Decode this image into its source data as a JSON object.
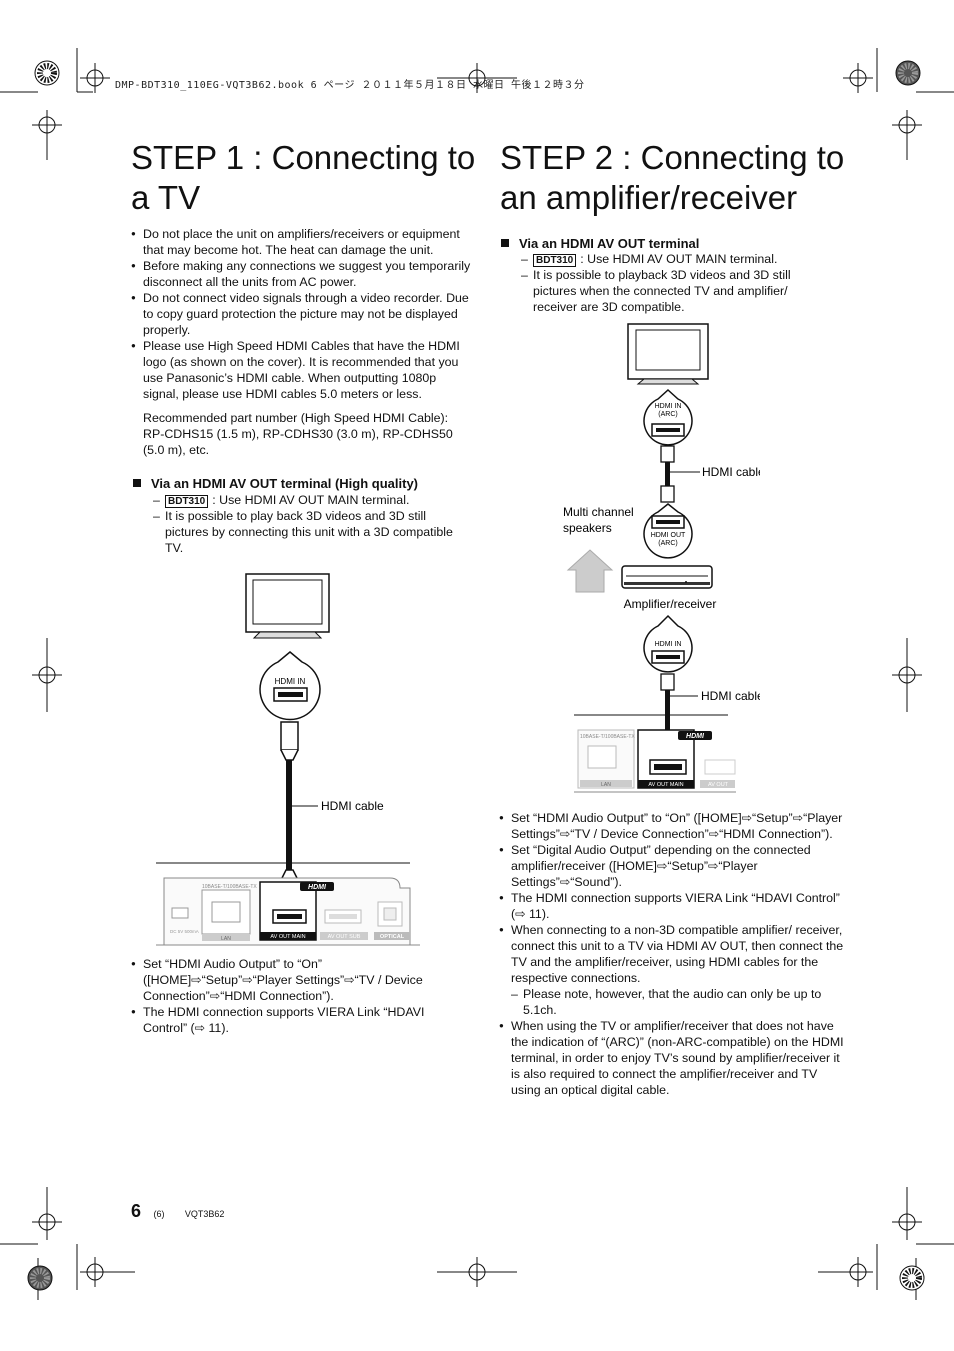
{
  "header": {
    "file_line": "DMP-BDT310_110EG-VQT3B62.book  6 ページ  ２０１１年５月１８日  水曜日  午後１２時３分"
  },
  "step1": {
    "title_line1": "STEP 1 : Connecting to",
    "title_line2": "a TV",
    "bullets": [
      "Do not place the unit on amplifiers/receivers or equipment that may become hot. The heat can damage the unit.",
      "Before making any connections we suggest you temporarily disconnect all the units from AC power.",
      "Do not connect video signals through a video recorder. Due to copy guard protection the picture may not be displayed properly.",
      "Please use High Speed HDMI Cables that have the HDMI logo (as shown on the cover). It is recommended that you use Panasonic’s HDMI cable. When outputting 1080p signal, please use HDMI cables 5.0 meters or less."
    ],
    "recommend": "Recommended part number (High Speed HDMI Cable): RP-CDHS15 (1.5 m), RP-CDHS30 (3.0 m), RP-CDHS50 (5.0 m), etc.",
    "sub_heading": "Via an HDMI AV OUT terminal (High quality)",
    "dash1_tag": "BDT310",
    "dash1_text": ": Use HDMI AV OUT MAIN terminal.",
    "dash2_text": "It is possible to play back 3D videos and 3D still pictures by connecting this unit with a 3D compatible TV.",
    "diagram": {
      "hdmi_in": "HDMI IN",
      "cable": "HDMI cable",
      "hdmi_logo": "HDMI",
      "lan_top": "10BASE-T/100BASE-TX",
      "lan": "LAN",
      "avout_main": "AV OUT   MAIN",
      "avout_sub": "AV OUT   SUB",
      "optical": "OPTICAL",
      "dc_out": "DC 5V 500mA"
    },
    "after_bullets": [
      "Set “HDMI Audio Output” to “On” ([HOME]⇨“Setup”⇨“Player Settings”⇨“TV / Device Connection”⇨“HDMI Connection”).",
      "The HDMI connection supports VIERA Link “HDAVI Control” (⇨ 11)."
    ]
  },
  "step2": {
    "title_line1": "STEP 2 : Connecting to",
    "title_line2": "an amplifier/receiver",
    "sub_heading": "Via an HDMI AV OUT terminal",
    "dash1_tag": "BDT310",
    "dash1_text": ": Use HDMI AV OUT MAIN terminal.",
    "dash2_text": "It is possible to playback 3D videos and 3D still pictures when the connected TV and amplifier/ receiver are 3D compatible.",
    "diagram": {
      "hdmi_in_arc_1": "HDMI IN",
      "hdmi_in_arc_2": "(ARC)",
      "cable1": "HDMI cable",
      "speakers_1": "Multi channel",
      "speakers_2": "speakers",
      "hdmi_out_arc_1": "HDMI OUT",
      "hdmi_out_arc_2": "(ARC)",
      "amp": "Amplifier/receiver",
      "hdmi_in": "HDMI IN",
      "cable2": "HDMI cable",
      "hdmi_logo": "HDMI",
      "lan_top": "10BASE-T/100BASE-TX",
      "lan": "LAN",
      "avout_main": "AV OUT   MAIN",
      "avout_sub": "AV OUT"
    },
    "after_bullets": [
      "Set “HDMI Audio Output” to “On” ([HOME]⇨“Setup”⇨“Player Settings”⇨“TV / Device Connection”⇨“HDMI Connection”).",
      "Set “Digital Audio Output” depending on the connected amplifier/receiver ([HOME]⇨“Setup”⇨“Player Settings”⇨“Sound”).",
      "The HDMI connection supports VIERA Link “HDAVI Control” (⇨ 11).",
      "When connecting to a non-3D compatible amplifier/ receiver, connect this unit to a TV via HDMI AV OUT, then connect the TV and the amplifier/receiver, using HDMI cables for the respective connections."
    ],
    "note_dash": "Please note, however, that the audio can only be up to 5.1ch.",
    "last_bullet": "When using the TV or amplifier/receiver that does not have the indication of “(ARC)” (non-ARC-compatible) on the HDMI terminal, in order to enjoy TV’s sound by amplifier/receiver it is also required to connect the amplifier/receiver and TV using an optical digital cable."
  },
  "footer": {
    "page_num": "6",
    "page_paren": "(6)",
    "code": "VQT3B62"
  }
}
